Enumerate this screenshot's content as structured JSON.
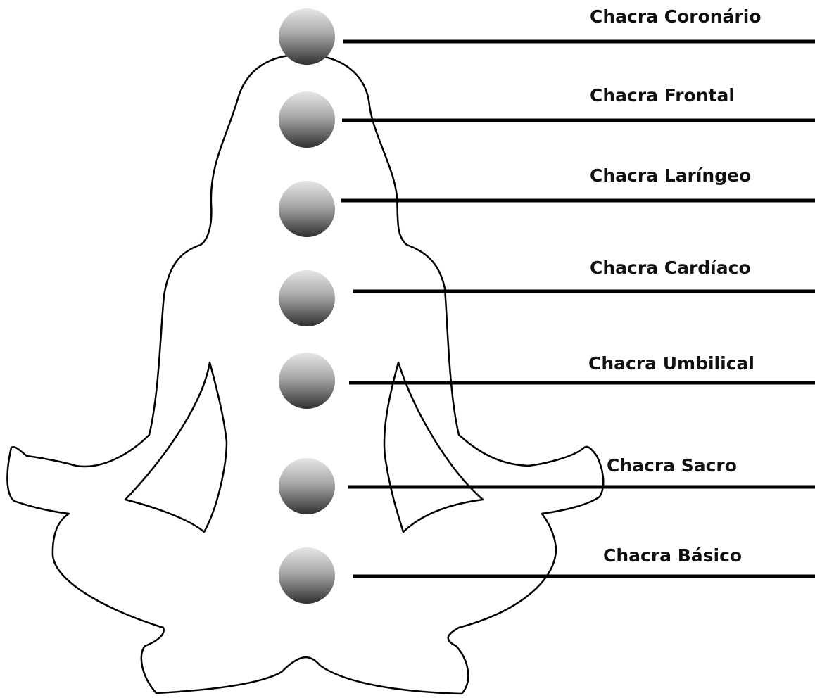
{
  "diagram": {
    "figure": "meditating-figure-outline",
    "chakras": [
      {
        "label": "Chacra Coronário"
      },
      {
        "label": "Chacra Frontal"
      },
      {
        "label": "Chacra Laríngeo"
      },
      {
        "label": "Chacra Cardíaco"
      },
      {
        "label": "Chacra Umbilical"
      },
      {
        "label": "Chacra Sacro"
      },
      {
        "label": "Chacra Básico"
      }
    ]
  },
  "colors": {
    "outline": "#000000",
    "line": "#000000",
    "sphere_light": "#e6e6e6",
    "sphere_dark": "#303030"
  }
}
